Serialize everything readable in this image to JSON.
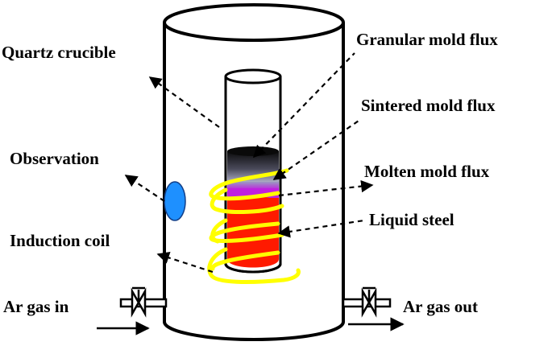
{
  "labels": {
    "quartz_crucible": "Quartz crucible",
    "granular_mold_flux": "Granular mold flux",
    "sintered_mold_flux": "Sintered mold flux",
    "observation": "Observation",
    "molten_mold_flux": "Molten mold flux",
    "liquid_steel": "Liquid steel",
    "induction_coil": "Induction coil",
    "ar_gas_in": "Ar gas in",
    "ar_gas_out": "Ar gas out"
  },
  "colors": {
    "background": "#ffffff",
    "outline": "#000000",
    "vessel_fill": "#ffffff",
    "coil": "#ffff00",
    "liquid_steel": "#ff1a00",
    "molten_mold_flux": "#c020e0",
    "granular_mold_flux": "#1a1a1a",
    "observation_window": "#1e90ff"
  },
  "icons": {
    "inlet_valve": "valve-icon",
    "outlet_valve": "valve-icon",
    "flow_arrow": "arrow-right-icon"
  }
}
